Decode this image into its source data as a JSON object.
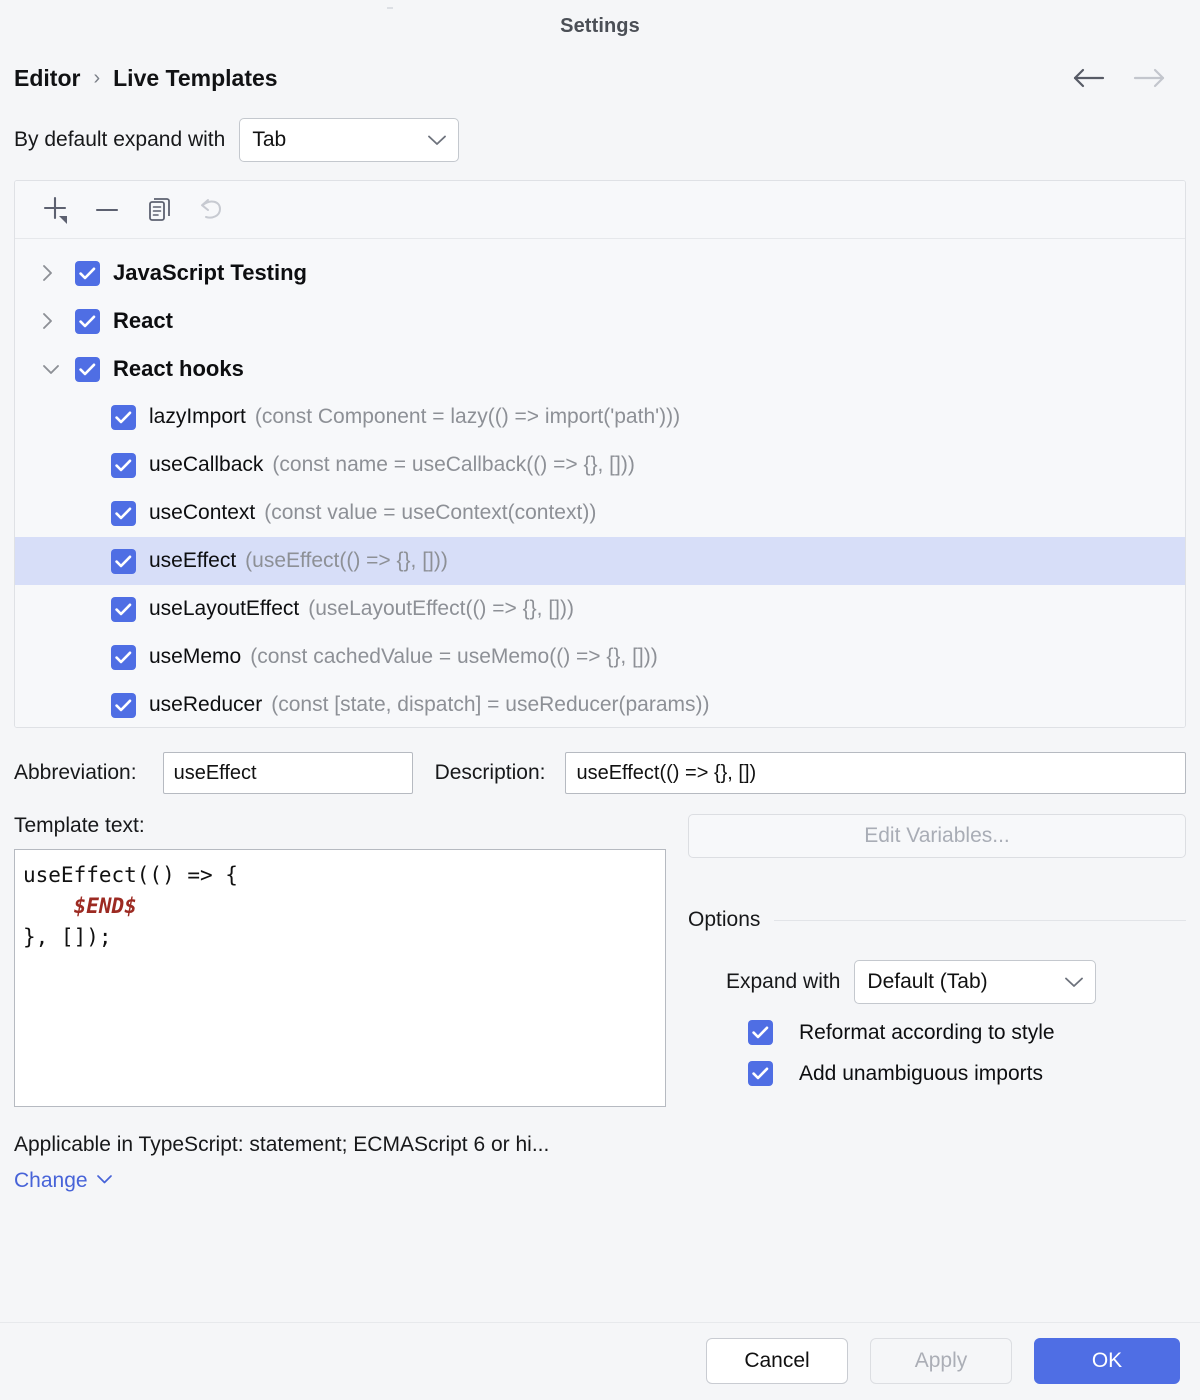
{
  "window": {
    "title": "Settings"
  },
  "breadcrumb": {
    "root": "Editor",
    "separator": "›",
    "current": "Live Templates",
    "back_icon": "arrow-left-icon",
    "forward_icon": "arrow-right-icon"
  },
  "expand_default": {
    "label": "By default expand with",
    "value": "Tab",
    "chevron_icon": "chevron-down-icon"
  },
  "tree_toolbar": {
    "add": "add-icon",
    "remove": "remove-icon",
    "duplicate": "duplicate-icon",
    "revert": "revert-icon"
  },
  "tree": {
    "groups": [
      {
        "label": "JavaScript Testing",
        "checked": true,
        "expanded": false,
        "twisty": "chevron-right-icon"
      },
      {
        "label": "React",
        "checked": true,
        "expanded": false,
        "twisty": "chevron-right-icon"
      },
      {
        "label": "React hooks",
        "checked": true,
        "expanded": true,
        "twisty": "chevron-down-icon"
      }
    ],
    "templates": [
      {
        "name": "lazyImport",
        "desc": "(const Component = lazy(() => import('path')))",
        "checked": true,
        "selected": false
      },
      {
        "name": "useCallback",
        "desc": "(const name = useCallback(() => {}, []))",
        "checked": true,
        "selected": false
      },
      {
        "name": "useContext",
        "desc": "(const value = useContext(context))",
        "checked": true,
        "selected": false
      },
      {
        "name": "useEffect",
        "desc": "(useEffect(() => {}, []))",
        "checked": true,
        "selected": true
      },
      {
        "name": "useLayoutEffect",
        "desc": "(useLayoutEffect(() => {}, []))",
        "checked": true,
        "selected": false
      },
      {
        "name": "useMemo",
        "desc": "(const cachedValue = useMemo(() => {}, []))",
        "checked": true,
        "selected": false
      },
      {
        "name": "useReducer",
        "desc": "(const [state, dispatch] = useReducer(params))",
        "checked": true,
        "selected": false
      }
    ]
  },
  "details": {
    "abbreviation_label": "Abbreviation:",
    "abbreviation_value": "useEffect",
    "description_label": "Description:",
    "description_value": "useEffect(() => {}, [])",
    "template_text_label": "Template text:",
    "template_code_line1": "useEffect(() => {",
    "template_code_indent": "    ",
    "template_code_endvar": "$END$",
    "template_code_line3": "}, []);",
    "edit_variables_label": "Edit Variables..."
  },
  "options": {
    "legend": "Options",
    "expand_with_label": "Expand with",
    "expand_with_value": "Default (Tab)",
    "chevron_icon": "chevron-down-icon",
    "reformat_label": "Reformat according to style",
    "reformat_checked": true,
    "imports_label": "Add unambiguous imports",
    "imports_checked": true
  },
  "context": {
    "applicable_text": "Applicable in TypeScript: statement; ECMAScript 6 or hi...",
    "change_label": "Change",
    "change_chevron_icon": "chevron-down-icon"
  },
  "footer": {
    "cancel": "Cancel",
    "apply": "Apply",
    "ok": "OK"
  },
  "colors": {
    "accent": "#4f6ee4",
    "selection": "#d7deF8",
    "link": "#4763d8",
    "muted_text": "#8d9096",
    "background": "#f5f6f8",
    "end_variable": "#9c2a22"
  }
}
